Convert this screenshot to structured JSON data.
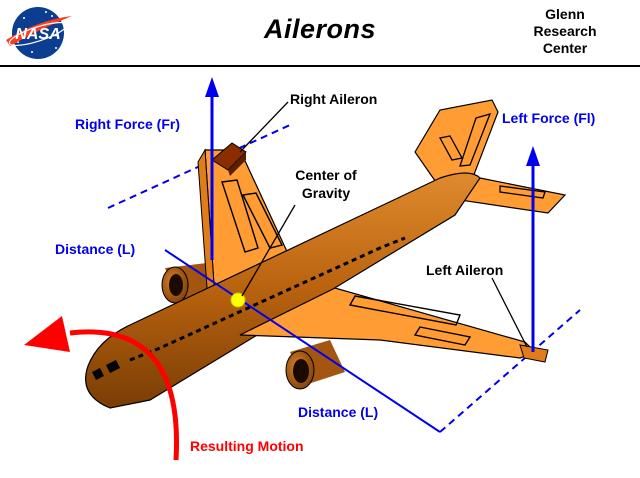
{
  "header": {
    "logo_text": "NASA",
    "title": "Ailerons",
    "center_lines": [
      "Glenn",
      "Research",
      "Center"
    ]
  },
  "labels": {
    "right_aileron": "Right Aileron",
    "right_force": "Right Force (Fr)",
    "left_force": "Left Force (Fl)",
    "center_of_gravity": [
      "Center of",
      "Gravity"
    ],
    "distance_left": "Distance (L)",
    "distance_bottom": "Distance (L)",
    "left_aileron": "Left Aileron",
    "resulting_motion": "Resulting Motion"
  },
  "colors": {
    "fuselage": "#b8620f",
    "wing": "#ff9c33",
    "force_blue": "#0000ee",
    "motion_red": "#ff0000",
    "cg_yellow": "#ffff00"
  },
  "icons": {
    "logo": "nasa-meatball-icon",
    "force_arrow": "arrow-up-icon",
    "motion_arrow": "curved-arrow-icon"
  }
}
